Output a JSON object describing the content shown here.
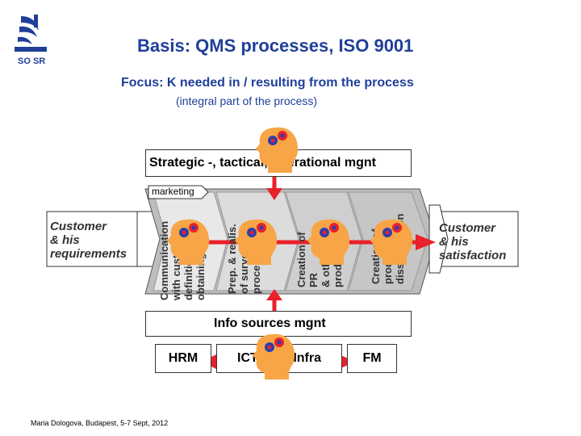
{
  "header": {
    "logo_caption": "SO SR",
    "title": "Basis: QMS processes, ISO 9001",
    "focus_prefix": "Focus: ",
    "focus_k": "K",
    "focus_rest": " needed in / resulting from the process",
    "subtitle": "(integral part of the process)"
  },
  "diagram": {
    "top_box": "Strategic -, tactical, operational mgnt",
    "marketing_tag": "marketing",
    "customer_left": [
      "Customer",
      "& his",
      "requirements"
    ],
    "customer_right": [
      "Customer",
      "& his",
      "satisfaction"
    ],
    "process_steps": [
      [
        "Communication",
        "with customer",
        "definition of",
        "obtaining data"
      ],
      [
        "Prep. & realis.",
        "of survey,",
        "processing"
      ],
      [
        "Creation of",
        "PR",
        "& other",
        "prod."
      ],
      [
        "Creation of",
        "prod.",
        "dissemination"
      ]
    ],
    "info_box": "Info sources mgnt",
    "bottom_boxes": [
      "HRM",
      "ICT- ICM-Infra",
      "FM"
    ]
  },
  "colors": {
    "title_blue": "#1f3f9a",
    "head_orange": "#f7a546",
    "arrow_red": "#e8212b",
    "chevron_gray": "#b5b5b5"
  },
  "footer": "Maria Dologova, Budapest, 5-7 Sept, 2012"
}
